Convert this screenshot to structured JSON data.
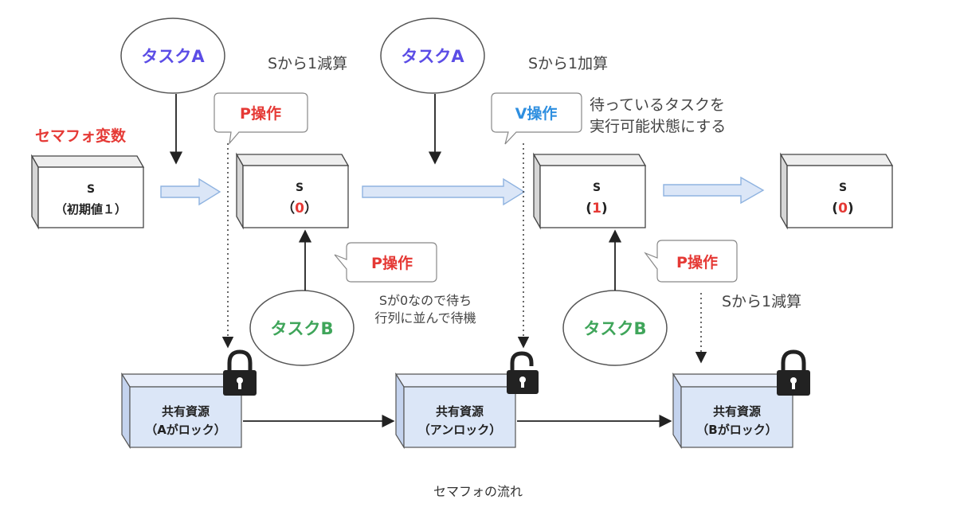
{
  "diagram": {
    "semaphore_variable_label": "セマフォ変数",
    "task_a": "タスクA",
    "task_b": "タスクB",
    "p_operation": "P操作",
    "v_operation": "V操作",
    "s_minus_one": "Sから1減算",
    "s_plus_one": "Sから1加算",
    "v_note_line1": "待っているタスクを",
    "v_note_line2": "実行可能状態にする",
    "wait_note_line1": "Sが0なので待ち",
    "wait_note_line2": "行列に並んで待機",
    "sem_boxes": [
      {
        "label": "S",
        "value": "（初期値１）"
      },
      {
        "label": "S",
        "value_open": "（",
        "value_num": "0",
        "value_close": "）"
      },
      {
        "label": "S",
        "value_open": "(",
        "value_num": "1",
        "value_close": ")"
      },
      {
        "label": "S",
        "value_open": "(",
        "value_num": "0",
        "value_close": ")"
      }
    ],
    "resources": [
      {
        "title": "共有資源",
        "state": "（Aがロック）"
      },
      {
        "title": "共有資源",
        "state": "（アンロック）"
      },
      {
        "title": "共有資源",
        "state": "（Bがロック）"
      }
    ],
    "lock_icons": [
      "locked-icon",
      "unlocked-icon",
      "locked-icon"
    ],
    "colors": {
      "task_a": "#5b4de6",
      "task_b": "#3fa55a",
      "p_op": "#e53935",
      "v_op": "#2f8fe0",
      "sem_value": "#e53935",
      "resource_fill": "#dbe6f7",
      "flow_arrow_fill": "#dbe6f7",
      "flow_arrow_stroke": "#8fb3e0"
    }
  },
  "caption": "セマフォの流れ"
}
